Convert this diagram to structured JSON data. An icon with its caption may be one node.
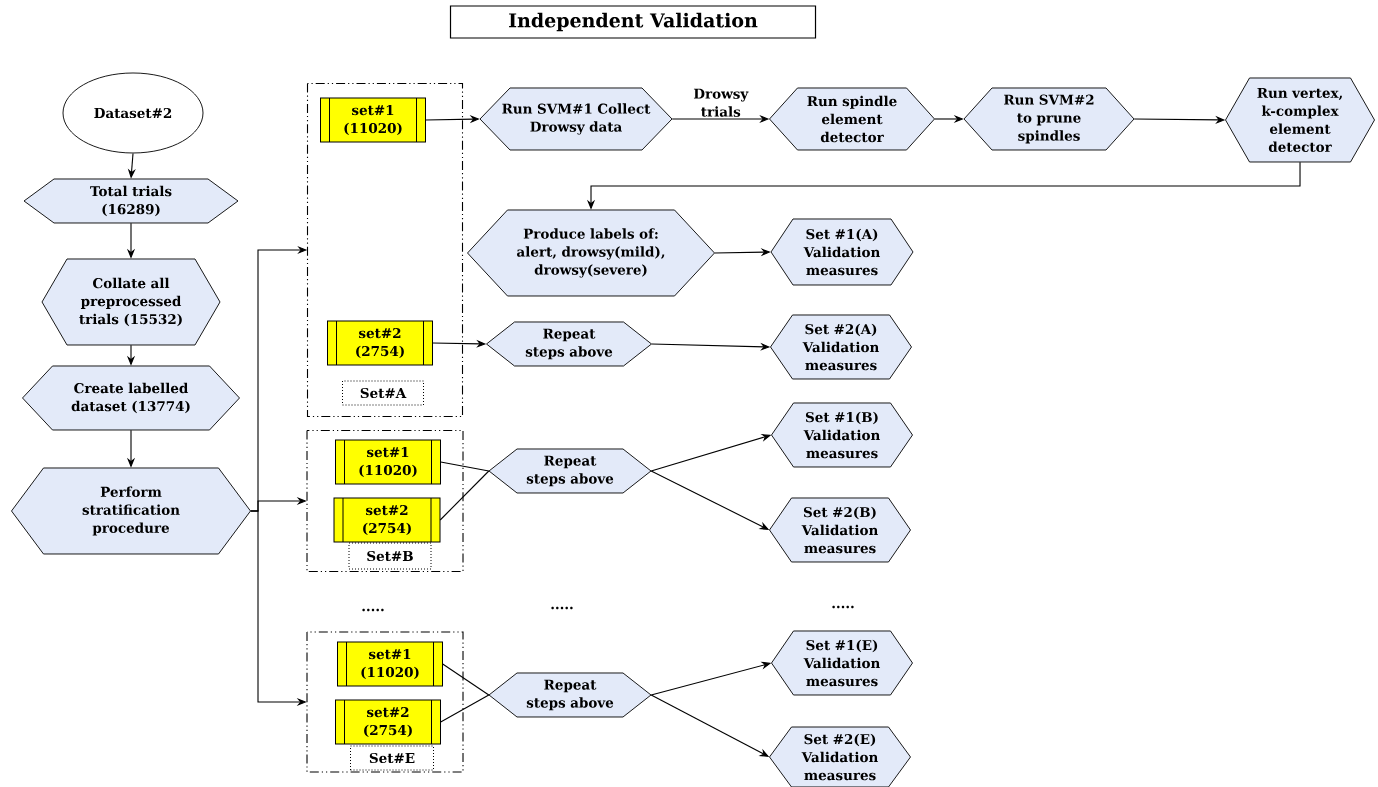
{
  "diagram": {
    "title": "Independent Validation",
    "nodes": [
      {
        "text": [
          "Dataset#2"
        ]
      },
      {
        "text": [
          "Total trials (16289)"
        ]
      },
      {
        "text": [
          "Collate all preprocessed trials (15532)"
        ]
      },
      {
        "text": [
          "Create labelled dataset (13774)"
        ]
      },
      {
        "text": [
          "Perform stratification procedure"
        ]
      },
      {
        "text": [],
        "shape": "box"
      },
      {
        "text": [
          "set#1 (11020)"
        ],
        "in": 5
      },
      {
        "text": [
          "set#2 (2754)"
        ],
        "in": 5
      },
      {
        "text": [
          "Set#A"
        ],
        "in": 5
      },
      {
        "text": [],
        "shape": "box"
      },
      {
        "text": [
          "set#1 (11020)"
        ],
        "in": 9
      },
      {
        "text": [
          "set#2 (2754)"
        ],
        "in": 9
      },
      {
        "text": [
          "Set#B"
        ],
        "in": 9
      },
      {
        "text": [],
        "shape": "box"
      },
      {
        "text": [
          "set#1 (11020)"
        ],
        "in": 13
      },
      {
        "text": [
          "set#2 (2754)"
        ],
        "in": 13
      },
      {
        "text": [
          "Set#E"
        ],
        "in": 13
      },
      {
        "text": [
          "Run SVM#1 Collect Drowsy data"
        ]
      },
      {
        "text": [
          "Run spindle element detector"
        ]
      },
      {
        "text": [
          "Run SVM#2 to prune spindles"
        ]
      },
      {
        "text": [
          "Run vertex, k-complex element detector"
        ]
      },
      {
        "text": [
          "Produce labels of: alert, drowsy(mild), drowsy(severe)"
        ]
      },
      {
        "text": [
          "Set #1(A) Validation measures"
        ]
      },
      {
        "text": [
          "Repeat steps above"
        ]
      },
      {
        "text": [
          "Set #2(A) Validation measures"
        ]
      },
      {
        "text": [
          "Repeat steps above"
        ]
      },
      {
        "text": [
          "Set #1(B) Validation measures"
        ]
      },
      {
        "text": [
          "Set #2(B) Validation measures"
        ]
      },
      {
        "text": [
          "Repeat steps above"
        ]
      },
      {
        "text": [
          "Set #1(E) Validation measures"
        ]
      },
      {
        "text": [
          "Set #2(E) Validation measures"
        ]
      }
    ],
    "edges": [
      {
        "from": 0,
        "to": 1,
        "arrow": "to"
      },
      {
        "from": 1,
        "to": 2,
        "arrow": "to"
      },
      {
        "from": 2,
        "to": 3,
        "arrow": "to"
      },
      {
        "from": 3,
        "to": 4,
        "arrow": "to"
      },
      {
        "from": 4,
        "to": 5,
        "arrow": "to"
      },
      {
        "from": 4,
        "to": 9,
        "arrow": "to"
      },
      {
        "from": 4,
        "to": 13,
        "arrow": "to"
      },
      {
        "from": 6,
        "to": 17,
        "arrow": "to"
      },
      {
        "from": 17,
        "to": 18,
        "arrow": "to",
        "label": "Drowsy trials"
      },
      {
        "from": 18,
        "to": 19,
        "arrow": "to"
      },
      {
        "from": 19,
        "to": 20,
        "arrow": "to"
      },
      {
        "from": 20,
        "to": 21,
        "arrow": "to"
      },
      {
        "from": 21,
        "to": 22,
        "arrow": "to"
      },
      {
        "from": 7,
        "to": 23,
        "arrow": "to"
      },
      {
        "from": 23,
        "to": 24,
        "arrow": "to"
      },
      {
        "from": 10,
        "to": 25,
        "arrow": "none"
      },
      {
        "from": 11,
        "to": 25,
        "arrow": "none"
      },
      {
        "from": 25,
        "to": 26,
        "arrow": "to"
      },
      {
        "from": 25,
        "to": 27,
        "arrow": "to"
      },
      {
        "from": 14,
        "to": 28,
        "arrow": "none"
      },
      {
        "from": 15,
        "to": 28,
        "arrow": "none"
      },
      {
        "from": 28,
        "to": 29,
        "arrow": "to"
      },
      {
        "from": 28,
        "to": 30,
        "arrow": "to"
      }
    ],
    "labels": [
      ".....",
      ".....",
      "....."
    ]
  }
}
